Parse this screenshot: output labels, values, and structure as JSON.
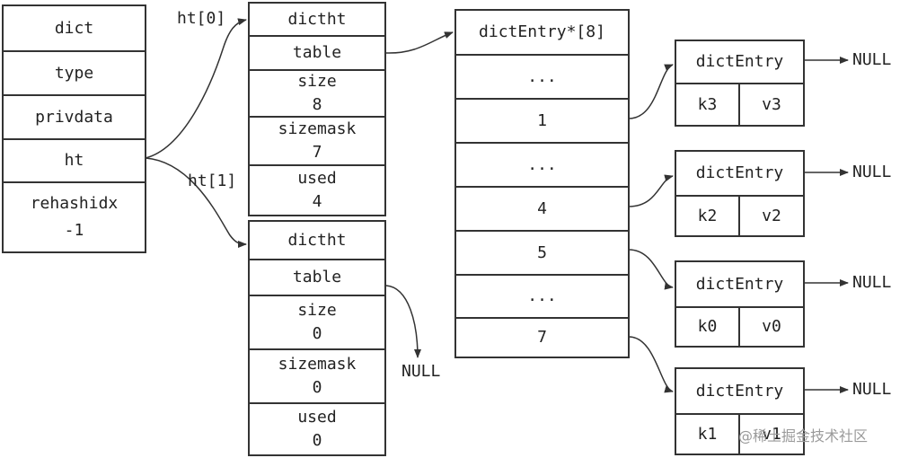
{
  "dict": {
    "rows": [
      "dict",
      "type",
      "privdata",
      "ht"
    ],
    "rehashidx_label": "rehashidx",
    "rehashidx_value": "-1"
  },
  "ht_labels": [
    "ht[0]",
    "ht[1]"
  ],
  "ht0": {
    "title": "dictht",
    "table": "table",
    "size_label": "size",
    "size_value": "8",
    "sizemask_label": "sizemask",
    "sizemask_value": "7",
    "used_label": "used",
    "used_value": "4"
  },
  "ht1": {
    "title": "dictht",
    "table": "table",
    "size_label": "size",
    "size_value": "0",
    "sizemask_label": "sizemask",
    "sizemask_value": "0",
    "used_label": "used",
    "used_value": "0"
  },
  "array": {
    "title": "dictEntry*[8]",
    "slots": [
      "...",
      "1",
      "...",
      "4",
      "5",
      "...",
      "7"
    ]
  },
  "entries": [
    {
      "title": "dictEntry",
      "key": "k3",
      "value": "v3",
      "next": "NULL"
    },
    {
      "title": "dictEntry",
      "key": "k2",
      "value": "v2",
      "next": "NULL"
    },
    {
      "title": "dictEntry",
      "key": "k0",
      "value": "v0",
      "next": "NULL"
    },
    {
      "title": "dictEntry",
      "key": "k1",
      "value": "v1",
      "next": "NULL"
    }
  ],
  "ht1_table_null": "NULL",
  "watermark": "@稀土掘金技术社区"
}
